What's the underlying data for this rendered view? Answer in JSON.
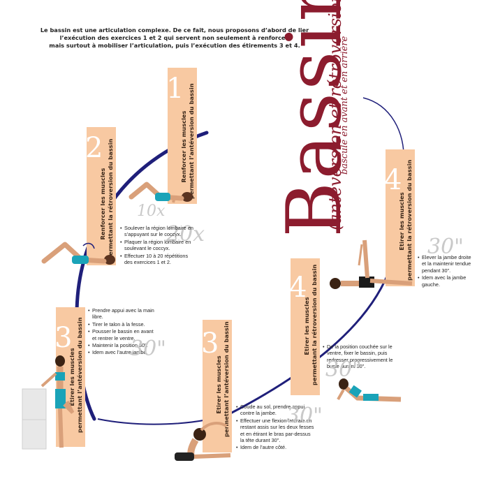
{
  "intro": {
    "line1": "Le bassin est une articulation complexe. De ce fait, nous proposons d’abord de lier",
    "line2": "l’exécution des exercices 1 et 2 qui servent non seulement à renforcer,",
    "line3": "mais surtout à mobiliser l’articulation, puis l’exécution des étirements 3 et 4."
  },
  "title": {
    "main": "Bassin",
    "sub": "(antéversion et rétroversion)",
    "sub2": "bascule en avant et en arrière"
  },
  "exercises": {
    "ex1": {
      "number": "1",
      "label_line1": "Renforcer les muscles",
      "label_line2": "permettant l’antéversion du bassin"
    },
    "ex2": {
      "number": "2",
      "label_line1": "Renforcer les muscles",
      "label_line2": "permettant la rétroversion du bassin",
      "steps": [
        "Soulever la région lombaire en s’appuyant sur le coccyx.",
        "Plaquer la région lombaire en soulevant le coccyx.",
        "Effectuer 10 à 20 répétitions des exercices 1 et 2."
      ],
      "duration_a": "10x",
      "duration_b": "20x"
    },
    "ex3a": {
      "number": "3",
      "label_line1": "Etirer les muscles",
      "label_line2": "permettant l’antéversion du bassin",
      "steps": [
        "Prendre appui avec la main libre.",
        "Tirer le talon à la fesse.",
        "Pousser le bassin en avant et rentrer le ventre.",
        "Maintenir la position 30\".",
        "Idem avec l’autre jambe."
      ],
      "duration": "30\""
    },
    "ex3b": {
      "number": "3",
      "label_line1": "Etirer les muscles",
      "label_line2": "permettant l’antéversion du bassin",
      "steps": [
        "Coude au sol, prendre appui contre la jambe.",
        "Effectuer une flexion latérale en restant assis sur les deux fesses et en étirant le bras par-dessus la tête durant 30\".",
        "Idem de l’autre côté."
      ],
      "duration": "30\""
    },
    "ex4a": {
      "number": "4",
      "label_line1": "Etirer les muscles",
      "label_line2": "permettant la rétroversion du bassin",
      "steps": [
        "De la position couchée sur le ventre, fixer le bassin, puis redresser progressivement le buste durant 30\"."
      ],
      "duration": "30\""
    },
    "ex4b": {
      "number": "4",
      "label_line1": "Etirer les muscles",
      "label_line2": "permettant la rétroversion du bassin",
      "steps": [
        "Elever la jambe droite et la maintenir tendue pendant 30\".",
        "Idem avec la jambe gauche."
      ],
      "duration": "30\""
    }
  },
  "colors": {
    "band": "#f8c9a2",
    "title": "#8c1c2e",
    "arc": "#1f1f7a",
    "skin": "#d9a07a",
    "outfit": "#1aa3b8"
  }
}
